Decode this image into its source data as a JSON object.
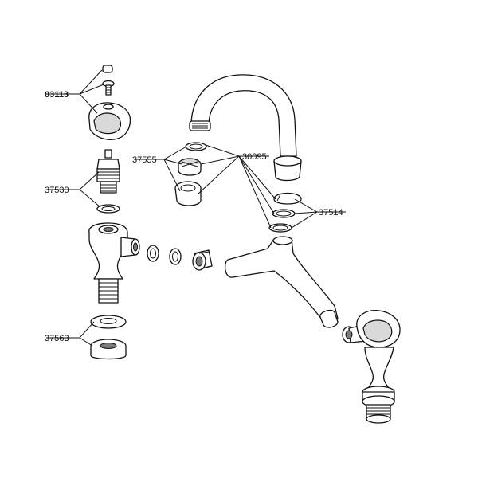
{
  "labels": {
    "screw_set": "03113",
    "headwork": "37530",
    "aerator_set": "37555",
    "spout": "30095",
    "o_rings": "37514",
    "fixing_set": "37563"
  }
}
